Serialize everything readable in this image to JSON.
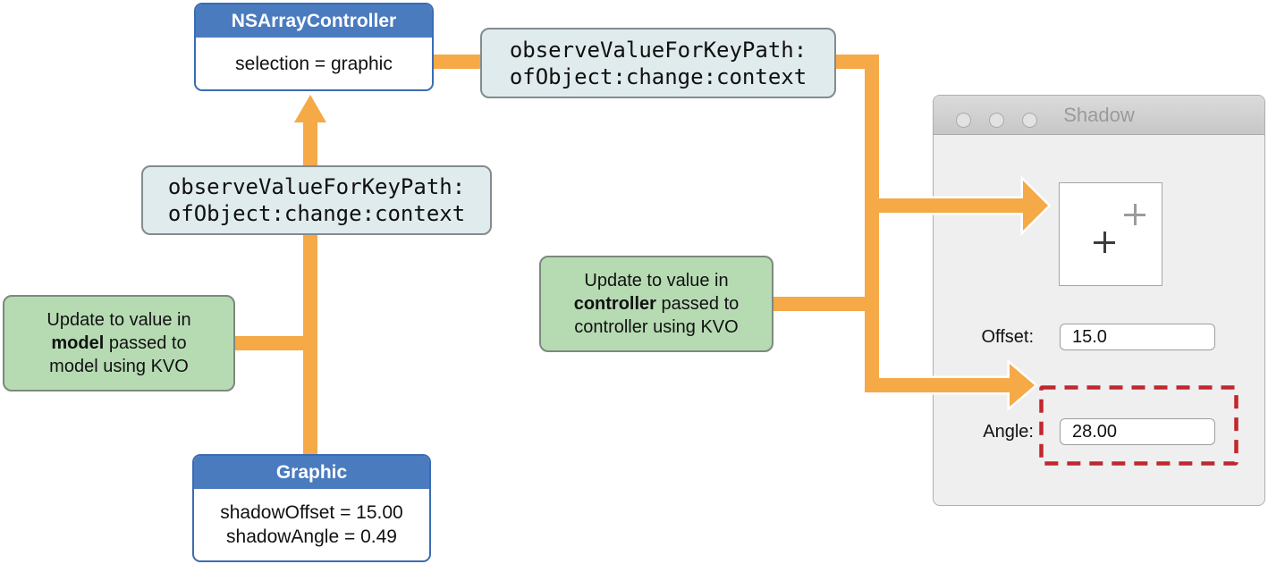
{
  "palette": {
    "arrow_orange": "#F5A947",
    "node_header_blue": "#4A7BBE",
    "node_border_blue": "#3A6CB4",
    "code_box_bg": "#E0EBED",
    "note_green_bg": "#B6DBB3",
    "highlight_red": "#C1272D"
  },
  "nodes": {
    "array_controller": {
      "title": "NSArrayController",
      "body": "selection = graphic"
    },
    "kvo_method_top": {
      "line1": "observeValueForKeyPath:",
      "line2": "ofObject:change:context"
    },
    "kvo_method_left": {
      "line1": "observeValueForKeyPath:",
      "line2": "ofObject:change:context"
    },
    "note_model": {
      "line1": "Update to value in",
      "bold": "model",
      "after_bold": " passed to",
      "line3": "model using KVO"
    },
    "note_controller": {
      "line1": "Update to value in",
      "bold": "controller",
      "after_bold": " passed to",
      "line3": "controller using KVO"
    },
    "graphic": {
      "title": "Graphic",
      "line1": "shadowOffset = 15.00",
      "line2": "shadowAngle = 0.49"
    }
  },
  "window": {
    "title": "Shadow",
    "fields": [
      {
        "label": "Offset:",
        "value": "15.0"
      },
      {
        "label": "Angle:",
        "value": "28.00"
      }
    ]
  }
}
